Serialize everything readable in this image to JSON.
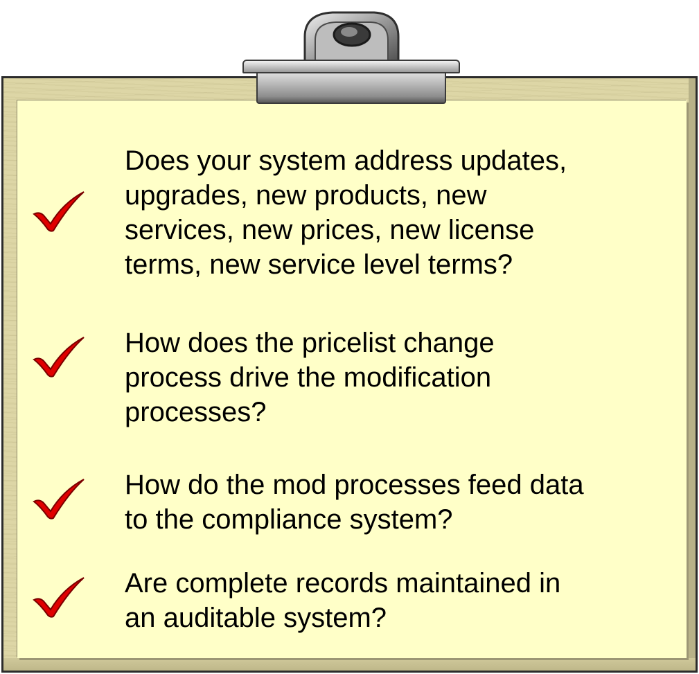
{
  "colors": {
    "paper": "#ffffc8",
    "board": "#ddd6a6",
    "check_mark": "#e00000",
    "text": "#000000"
  },
  "icons": {
    "clip": "clipboard-clip-icon",
    "check": "red-check-mark-icon"
  },
  "items": [
    {
      "text": "Does your system address updates,\nupgrades, new products, new\nservices, new prices, new license\nterms, new service level terms?"
    },
    {
      "text": "How does the pricelist change\nprocess drive the modification\nprocesses?"
    },
    {
      "text": "How do the mod processes feed data\nto the compliance system?"
    },
    {
      "text": "Are complete records maintained in\nan auditable system?"
    }
  ]
}
